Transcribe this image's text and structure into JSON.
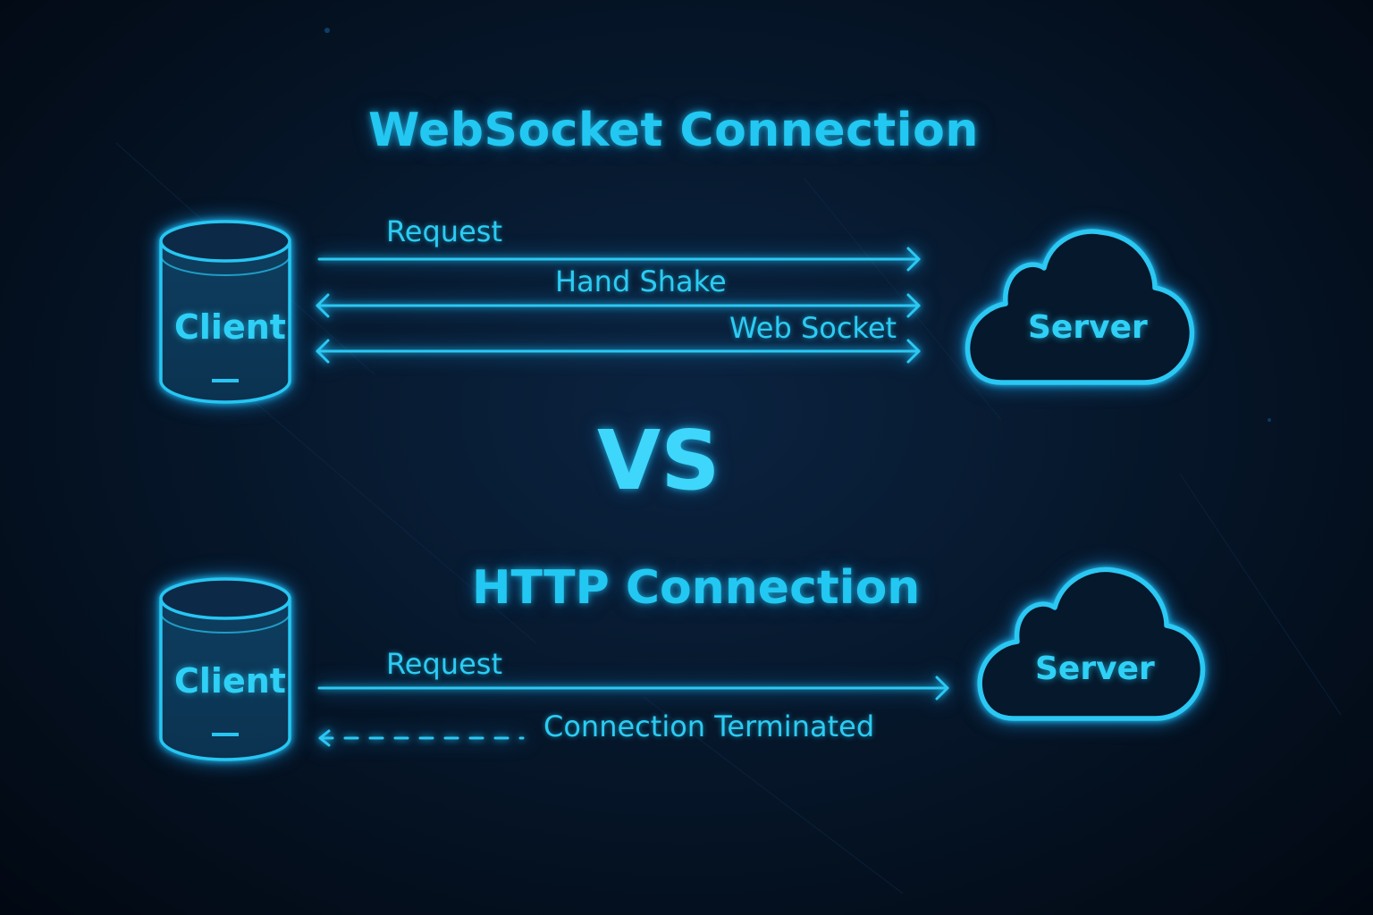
{
  "websocket": {
    "title": "WebSocket Connection",
    "client_label": "Client",
    "server_label": "Server",
    "messages": [
      {
        "label": "Request",
        "direction": "client-to-server",
        "style": "solid"
      },
      {
        "label": "Hand Shake",
        "direction": "bidirectional",
        "style": "solid"
      },
      {
        "label": "Web Socket",
        "direction": "bidirectional",
        "style": "solid"
      }
    ]
  },
  "divider": {
    "label": "VS"
  },
  "http": {
    "title": "HTTP Connection",
    "client_label": "Client",
    "server_label": "Server",
    "messages": [
      {
        "label": "Request",
        "direction": "client-to-server",
        "style": "solid"
      },
      {
        "label": "Connection Terminated",
        "direction": "server-to-client",
        "style": "dashed"
      }
    ]
  },
  "colors": {
    "accent": "#22c8f2",
    "background": "#04101f"
  },
  "icons": {
    "client": "database-cylinder-icon",
    "server": "cloud-icon"
  }
}
